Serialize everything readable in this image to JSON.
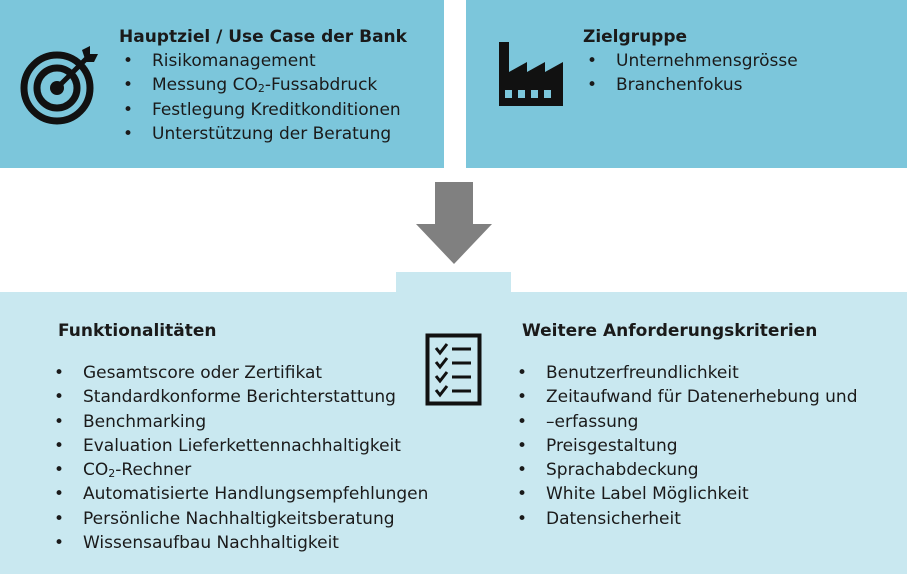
{
  "top_left": {
    "icon": "target-icon",
    "heading": "Hauptziel / Use Case der Bank",
    "items": [
      {
        "pre": "Risikomanagement",
        "sub": "",
        "post": ""
      },
      {
        "pre": "Messung CO",
        "sub": "2",
        "post": "-Fussabdruck"
      },
      {
        "pre": "Festlegung Kreditkonditionen",
        "sub": "",
        "post": ""
      },
      {
        "pre": "Unterstützung der Beratung",
        "sub": "",
        "post": ""
      }
    ]
  },
  "top_right": {
    "icon": "factory-icon",
    "heading": "Zielgruppe",
    "items": [
      "Unternehmensgrösse",
      "Branchenfokus"
    ]
  },
  "arrow_icon": "down-arrow-icon",
  "bottom_left": {
    "heading": "Funktionalitäten",
    "items": [
      {
        "pre": "Gesamtscore oder Zertifikat",
        "sub": "",
        "post": ""
      },
      {
        "pre": "Standardkonforme Berichterstattung",
        "sub": "",
        "post": ""
      },
      {
        "pre": "Benchmarking",
        "sub": "",
        "post": ""
      },
      {
        "pre": "Evaluation Lieferkettennachhaltigkeit",
        "sub": "",
        "post": ""
      },
      {
        "pre": "CO",
        "sub": "2",
        "post": "-Rechner"
      },
      {
        "pre": "Automatisierte Handlungsempfehlungen",
        "sub": "",
        "post": ""
      },
      {
        "pre": "Persönliche Nachhaltigkeitsberatung",
        "sub": "",
        "post": ""
      },
      {
        "pre": "Wissensaufbau Nachhaltigkeit",
        "sub": "",
        "post": ""
      }
    ]
  },
  "checklist_icon": "checklist-icon",
  "bottom_right": {
    "heading": "Weitere Anforderungskriterien",
    "items": [
      "Benutzerfreundlichkeit",
      "Zeitaufwand für Datenerhebung und",
      "Preisgestaltung",
      "Sprachabdeckung",
      "White Label Möglichkeit",
      "Datensicherheit"
    ],
    "item1_continuation": "–erfassung"
  },
  "colors": {
    "top_box": "#7cc6db",
    "bottom_box": "#c9e8f0",
    "arrow": "#808080",
    "icon": "#111111"
  }
}
